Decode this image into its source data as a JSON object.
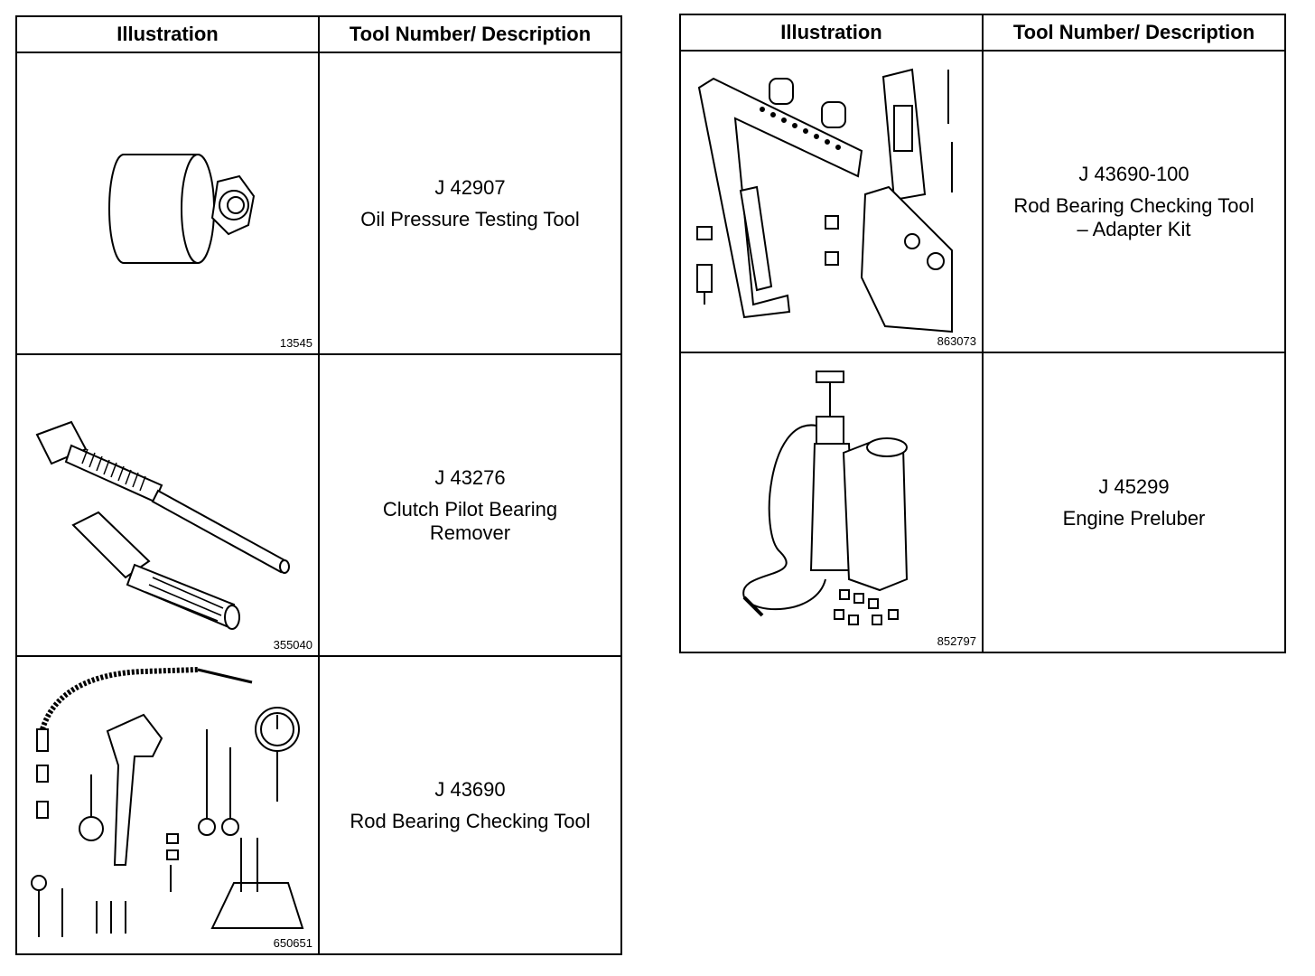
{
  "left_table": {
    "headers": [
      "Illustration",
      "Tool Number/ Description"
    ],
    "rows": [
      {
        "tool_number": "J 42907",
        "description": "Oil Pressure Testing Tool",
        "figure_number": "13545",
        "icon": "socket-tool-icon"
      },
      {
        "tool_number": "J 43276",
        "description": "Clutch Pilot Bearing\nRemover",
        "figure_number": "355040",
        "icon": "bearing-remover-icon"
      },
      {
        "tool_number": "J 43690",
        "description": "Rod Bearing Checking Tool",
        "figure_number": "650651",
        "icon": "dial-indicator-kit-icon"
      }
    ]
  },
  "right_table": {
    "headers": [
      "Illustration",
      "Tool Number/ Description"
    ],
    "rows": [
      {
        "tool_number": "J 43690-100",
        "description": "Rod Bearing Checking Tool\n– Adapter Kit",
        "figure_number": "863073",
        "icon": "adapter-kit-icon"
      },
      {
        "tool_number": "J 45299",
        "description": "Engine Preluber",
        "figure_number": "852797",
        "icon": "preluber-icon"
      }
    ]
  }
}
